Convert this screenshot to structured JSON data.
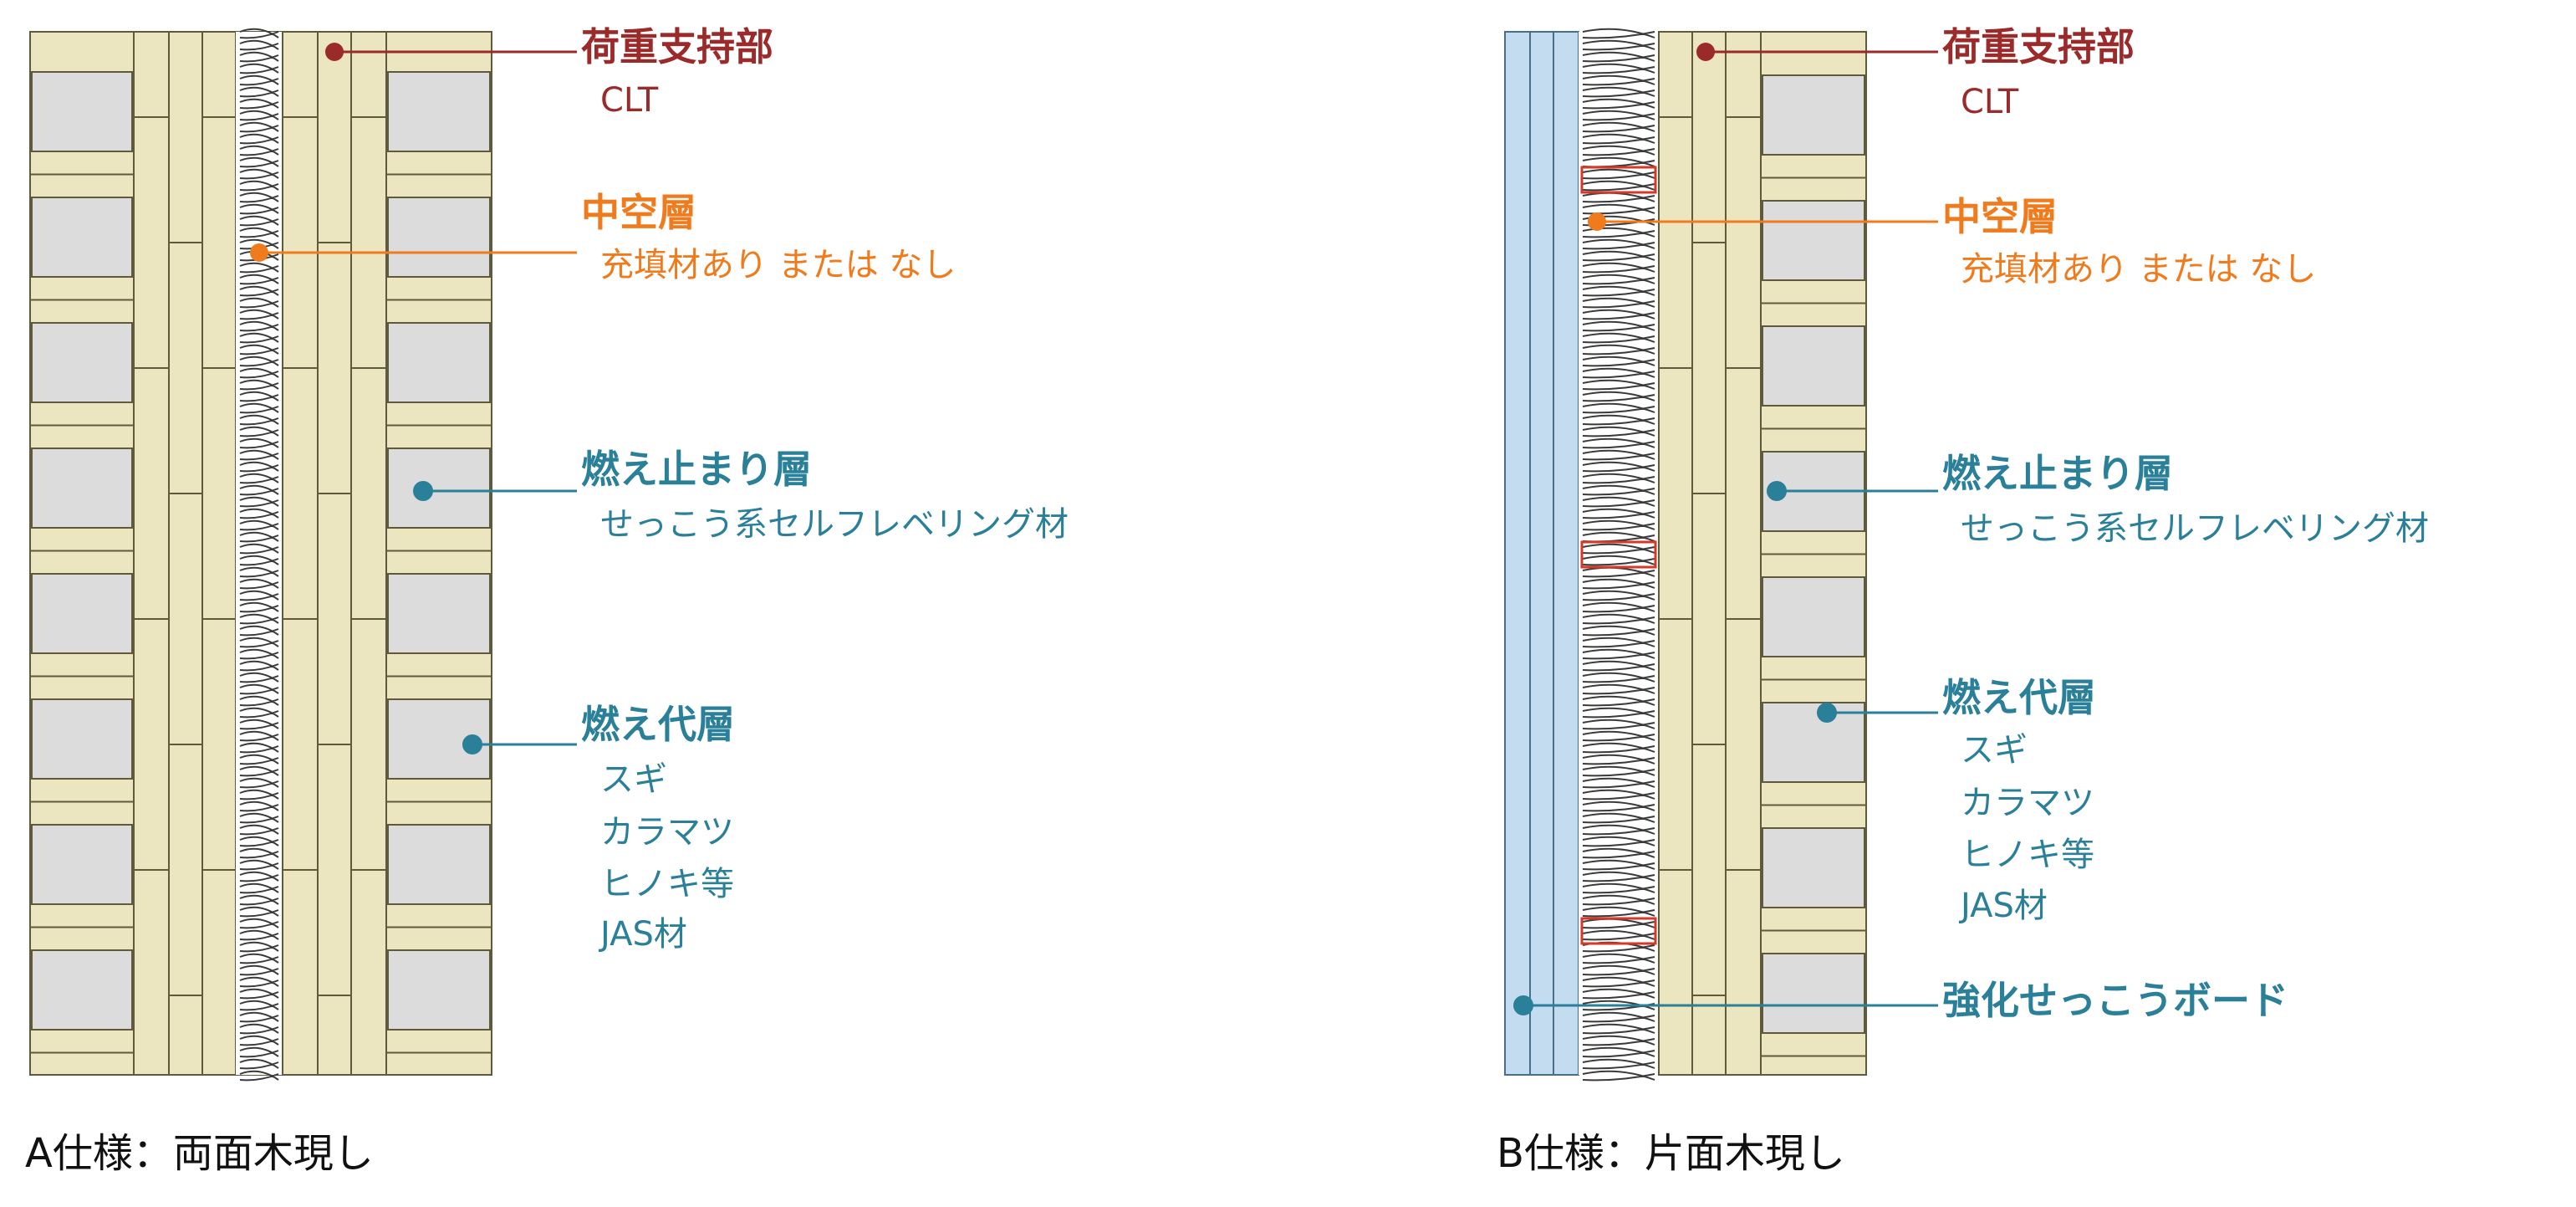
{
  "diagrams": [
    {
      "caption": "A仕様：両面木現し",
      "wall_type": "both-sides-exposed",
      "callouts": [
        {
          "heading": "荷重支持部",
          "lines": [
            "CLT"
          ],
          "color": "#9b2a2a"
        },
        {
          "heading": "中空層",
          "lines": [
            "充填材あり または なし"
          ],
          "color": "#f07b1d"
        },
        {
          "heading": "燃え止まり層",
          "lines": [
            "せっこう系セルフレベリング材"
          ],
          "color": "#2a7f99"
        },
        {
          "heading": "燃え代層",
          "lines": [
            "スギ",
            "カラマツ",
            "ヒノキ等",
            "JAS材"
          ],
          "color": "#2a7f99"
        }
      ]
    },
    {
      "caption": "B仕様：片面木現し",
      "wall_type": "one-side-exposed",
      "callouts": [
        {
          "heading": "荷重支持部",
          "lines": [
            "CLT"
          ],
          "color": "#9b2a2a"
        },
        {
          "heading": "中空層",
          "lines": [
            "充填材あり または なし"
          ],
          "color": "#f07b1d"
        },
        {
          "heading": "燃え止まり層",
          "lines": [
            "せっこう系セルフレベリング材"
          ],
          "color": "#2a7f99"
        },
        {
          "heading": "燃え代層",
          "lines": [
            "スギ",
            "カラマツ",
            "ヒノキ等",
            "JAS材"
          ],
          "color": "#2a7f99"
        },
        {
          "heading": "強化せっこうボード",
          "lines": [],
          "color": "#2a7f99"
        }
      ]
    }
  ],
  "colors": {
    "wood_fill": "#ebe6c0",
    "wood_stroke": "#5f5a3c",
    "gypsum_fill": "#dcdcdc",
    "board_fill": "#c4dcf0",
    "board_stroke": "#4a6f8a",
    "insulation_stroke": "#3a3a3a",
    "clip_stroke": "#d23a2a"
  }
}
